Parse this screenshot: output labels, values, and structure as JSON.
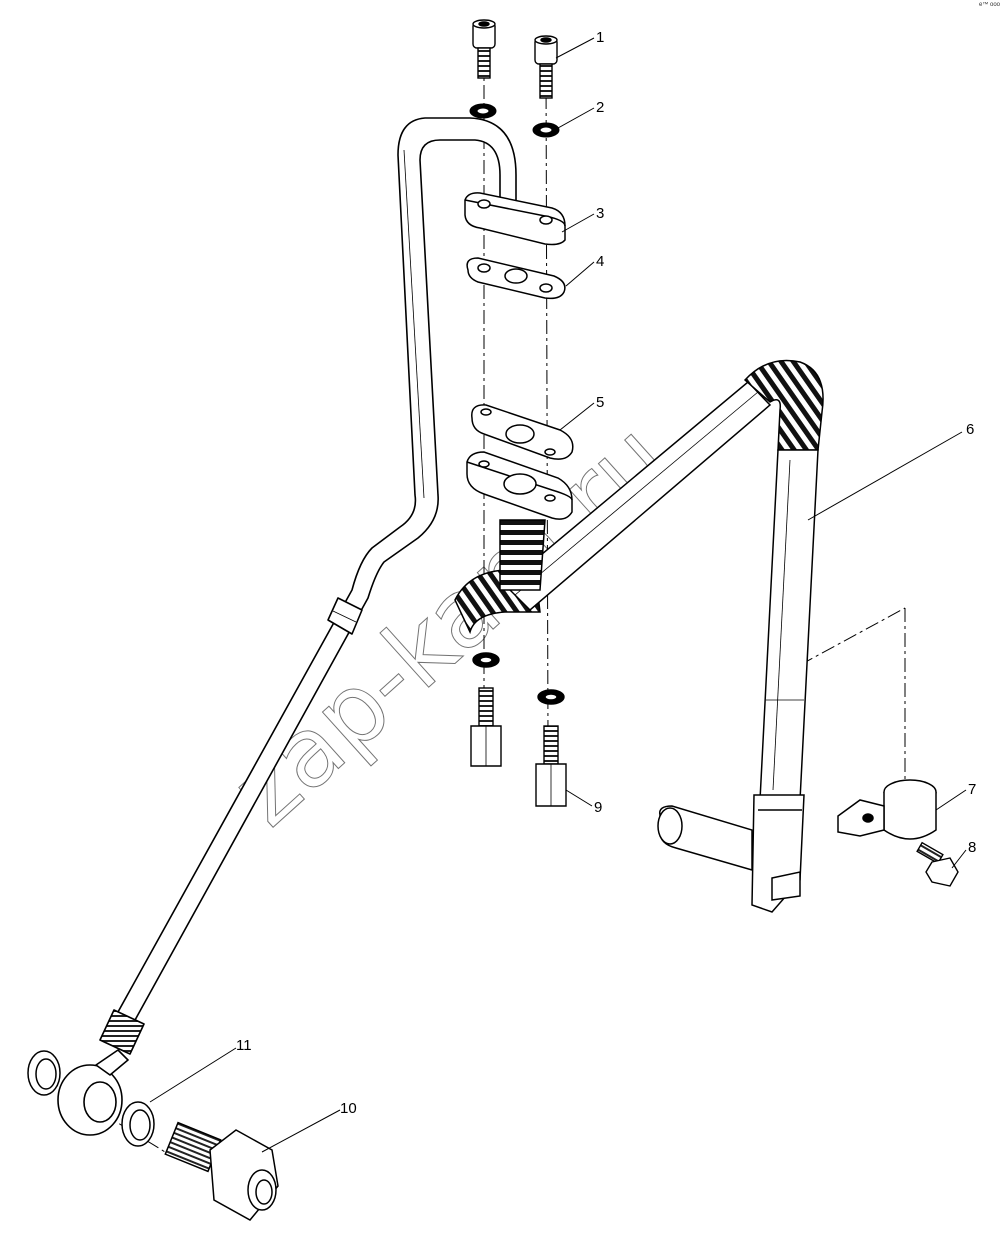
{
  "diagram": {
    "watermark": "zap-kam.ru",
    "corner_mark": "e™ ooo",
    "callouts": [
      "1",
      "2",
      "3",
      "4",
      "5",
      "6",
      "7",
      "8",
      "9",
      "10",
      "11"
    ]
  }
}
